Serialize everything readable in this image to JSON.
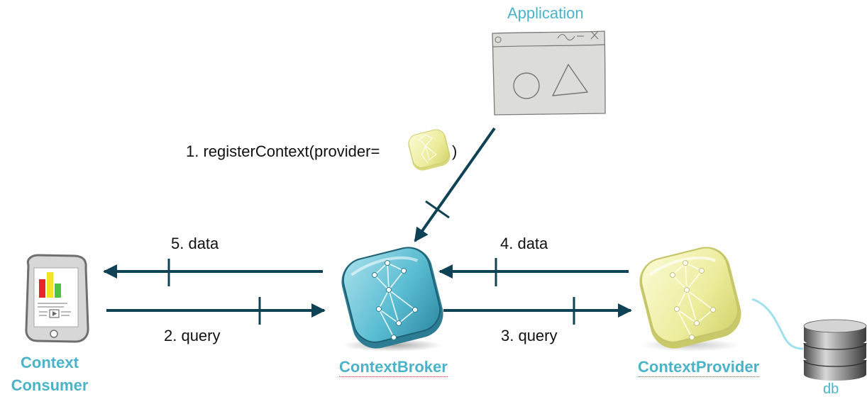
{
  "colors": {
    "arrow": "#0f4254",
    "label_accent": "#4bb3c8",
    "broker_fill": "#5bbdd2",
    "provider_fill": "#ecec9c",
    "window_fill": "#dcdcd8"
  },
  "labels": {
    "application": "Application",
    "step1_prefix": "1. registerContext(provider=",
    "step1_suffix": ")",
    "step2": "2. query",
    "step3": "3. query",
    "step4": "4. data",
    "step5": "5. data",
    "consumer_line1": "Context",
    "consumer_line2": "Consumer",
    "broker": "ContextBroker",
    "provider": "ContextProvider",
    "db": "db"
  },
  "icons": {
    "application": "application-window-icon",
    "consumer": "tablet-icon",
    "broker": "context-broker-icon",
    "provider": "context-provider-icon",
    "db": "database-icon"
  }
}
